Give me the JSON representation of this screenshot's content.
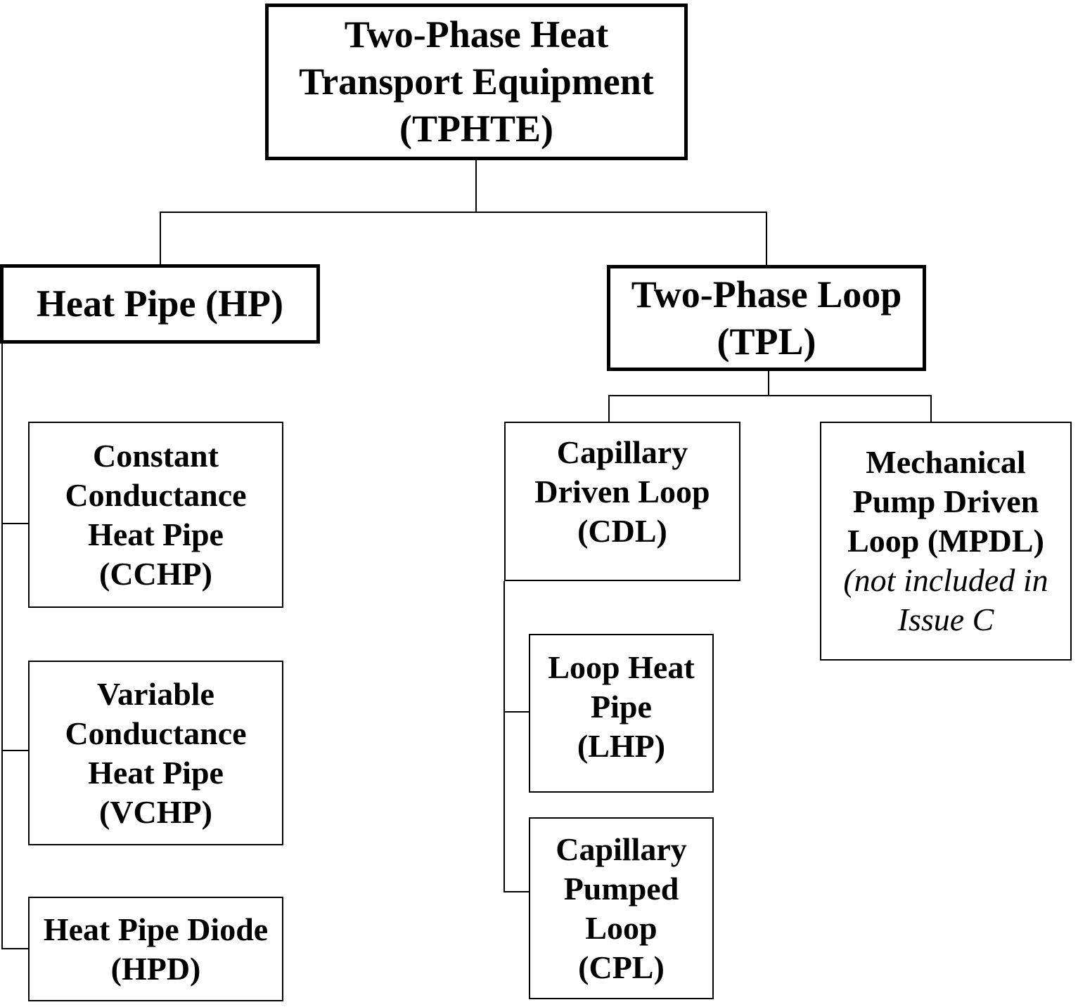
{
  "diagram_title": "Two-Phase Heat Transport Equipment (TPHTE) classification tree",
  "colors": {
    "line": "#000000",
    "text": "#000000",
    "background": "#ffffff"
  },
  "nodes": {
    "tphte": {
      "abbr": "TPHTE",
      "lines": [
        "Two-Phase Heat",
        "Transport Equipment",
        "(TPHTE)"
      ]
    },
    "hp": {
      "abbr": "HP",
      "lines": [
        "Heat Pipe (HP)"
      ]
    },
    "tpl": {
      "abbr": "TPL",
      "lines": [
        "Two-Phase Loop",
        "(TPL)"
      ]
    },
    "cchp": {
      "abbr": "CCHP",
      "lines": [
        "Constant",
        "Conductance",
        "Heat Pipe",
        "(CCHP)"
      ]
    },
    "vchp": {
      "abbr": "VCHP",
      "lines": [
        "Variable",
        "Conductance",
        "Heat Pipe",
        "(VCHP)"
      ]
    },
    "hpd": {
      "abbr": "HPD",
      "lines": [
        "Heat Pipe Diode",
        "(HPD)"
      ]
    },
    "cdl": {
      "abbr": "CDL",
      "lines": [
        "Capillary",
        "Driven Loop",
        "(CDL)"
      ]
    },
    "mpdl": {
      "abbr": "MPDL",
      "lines": [
        "Mechanical",
        "Pump Driven",
        "Loop (MPDL)"
      ],
      "note_lines": [
        "(not included in",
        "Issue C"
      ]
    },
    "lhp": {
      "abbr": "LHP",
      "lines": [
        "Loop Heat",
        "Pipe",
        "(LHP)"
      ]
    },
    "cpl": {
      "abbr": "CPL",
      "lines": [
        "Capillary",
        "Pumped",
        "Loop",
        "(CPL)"
      ]
    }
  },
  "hierarchy": {
    "root": "tphte",
    "edges": [
      {
        "parent": "tphte",
        "child": "hp"
      },
      {
        "parent": "tphte",
        "child": "tpl"
      },
      {
        "parent": "hp",
        "child": "cchp"
      },
      {
        "parent": "hp",
        "child": "vchp"
      },
      {
        "parent": "hp",
        "child": "hpd"
      },
      {
        "parent": "tpl",
        "child": "cdl"
      },
      {
        "parent": "tpl",
        "child": "mpdl"
      },
      {
        "parent": "cdl",
        "child": "lhp"
      },
      {
        "parent": "cdl",
        "child": "cpl"
      }
    ]
  }
}
